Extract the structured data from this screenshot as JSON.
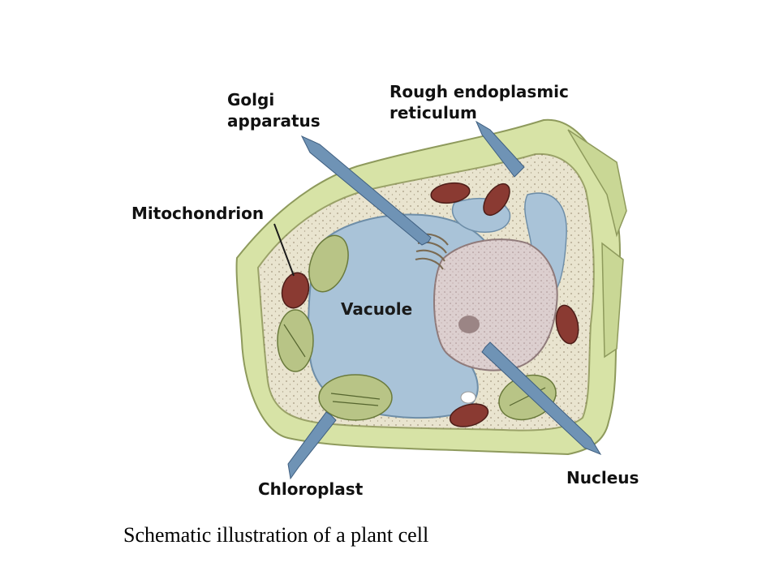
{
  "diagram": {
    "labels": {
      "golgi_line1": "Golgi",
      "golgi_line2": "apparatus",
      "rough_er_line1": "Rough endoplasmic",
      "rough_er_line2": "reticulum",
      "mitochondrion": "Mitochondrion",
      "vacuole": "Vacuole",
      "chloroplast": "Chloroplast",
      "nucleus": "Nucleus"
    },
    "colors": {
      "cell_wall": "#d7e3a6",
      "cytoplasm": "#e9e4cf",
      "vacuole": "#a9c3d8",
      "nucleus": "#dccfcf",
      "mitochondrion": "#8a3a32",
      "chloroplast": "#b8c486",
      "arrow": "#6f93b5"
    }
  },
  "caption": "Schematic illustration of a plant cell"
}
